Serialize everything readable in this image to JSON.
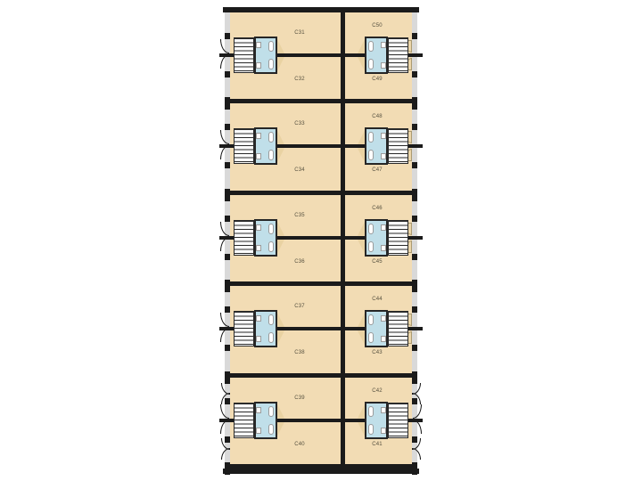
{
  "plan": {
    "name": "apartment-block-floor-plan",
    "colors": {
      "room_fill": "#f2dcb4",
      "wall": "#1b1b1b",
      "bathroom_fill": "#c0dfe9",
      "window_strip": "#d9d9d9",
      "stair_tread": "#fbfbfb",
      "label_text": "#55503f",
      "door_swing": "#e9d2a2",
      "background": "#ffffff"
    },
    "sections": [
      {
        "left_top": "C31",
        "left_bottom": "C32",
        "right_top": "C50",
        "right_bottom": "C49"
      },
      {
        "left_top": "C33",
        "left_bottom": "C34",
        "right_top": "C48",
        "right_bottom": "C47"
      },
      {
        "left_top": "C35",
        "left_bottom": "C36",
        "right_top": "C46",
        "right_bottom": "C45"
      },
      {
        "left_top": "C37",
        "left_bottom": "C38",
        "right_top": "C44",
        "right_bottom": "C43"
      },
      {
        "left_top": "C39",
        "left_bottom": "C40",
        "right_top": "C42",
        "right_bottom": "C41"
      }
    ]
  }
}
